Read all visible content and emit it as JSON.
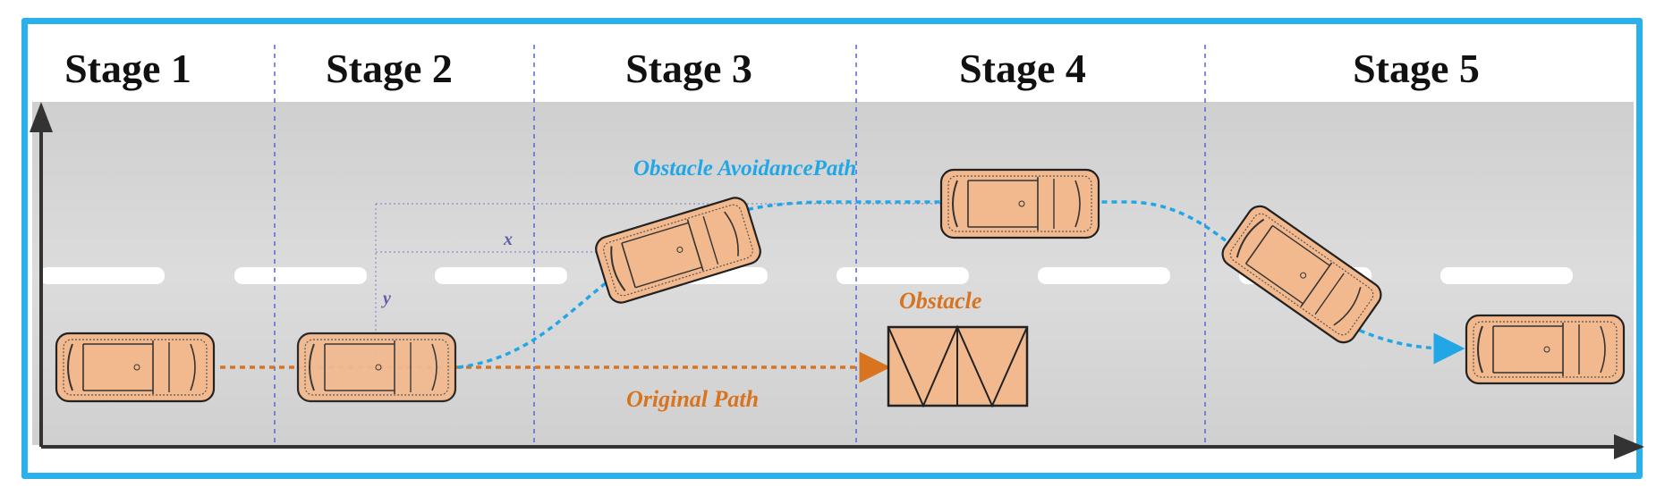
{
  "stages": [
    {
      "label": "Stage 1"
    },
    {
      "label": "Stage 2"
    },
    {
      "label": "Stage 3"
    },
    {
      "label": "Stage 4"
    },
    {
      "label": "Stage 5"
    }
  ],
  "annotations": {
    "avoidance_path": "Obstacle AvoidancePath",
    "original_path": "Original Path",
    "obstacle": "Obstacle",
    "x_label": "x",
    "y_label": "y"
  },
  "colors": {
    "frame": "#2ab1ec",
    "road": "#d4d4d4",
    "avoidance_path": "#22a7e6",
    "original_path": "#d8731f",
    "car_body": "#f2b98f",
    "divider": "#5a6fd6",
    "lane_marking": "#ffffff"
  }
}
